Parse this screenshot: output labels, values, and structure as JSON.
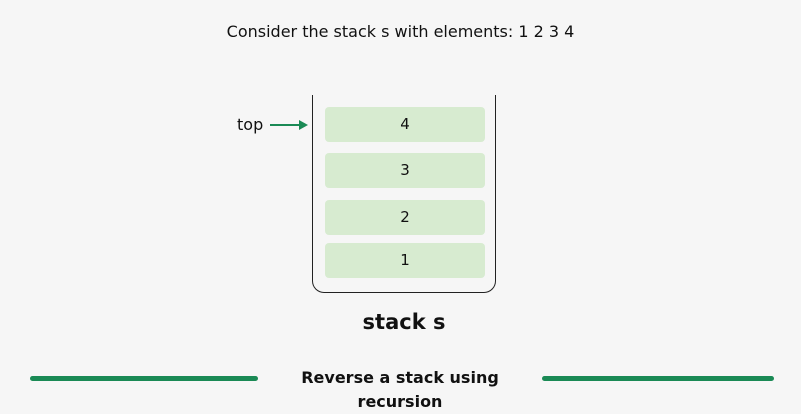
{
  "heading": "Consider the stack s with elements: 1 2 3 4",
  "top_label": "top",
  "stack_caption": "stack s",
  "stack_elements_top_to_bottom": [
    "4",
    "3",
    "2",
    "1"
  ],
  "footer_title": "Reverse a stack using recursion",
  "colors": {
    "cell_fill": "#d7ebd0",
    "accent_green": "#1a8a55",
    "outline": "#222222"
  }
}
